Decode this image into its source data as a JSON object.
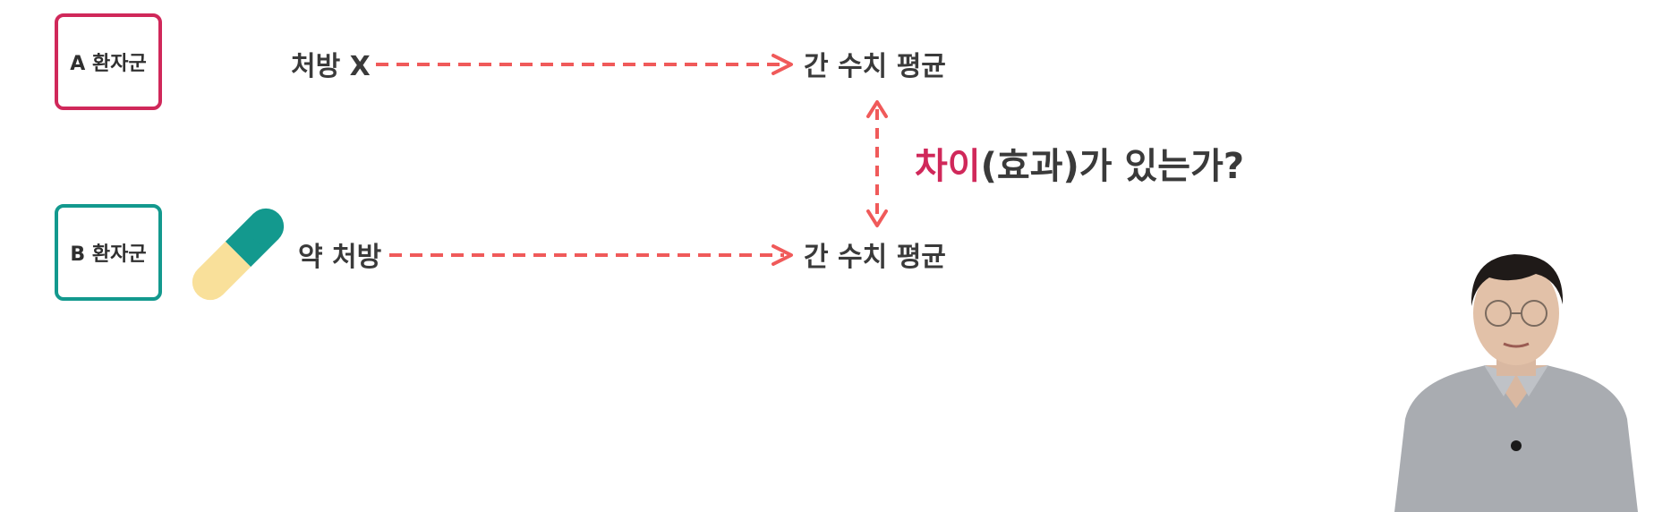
{
  "colors": {
    "group_a_border": "#d0285a",
    "group_b_border": "#13998e",
    "arrow": "#f05a5a",
    "accent_text": "#d0285a",
    "pill_teal": "#13998e",
    "pill_yellow": "#f9e09a"
  },
  "groups": {
    "a": {
      "label": "A 환자군"
    },
    "b": {
      "label": "B 환자군"
    }
  },
  "flows": {
    "a": {
      "treatment": "처방 X",
      "result": "간 수치 평균"
    },
    "b": {
      "treatment": "약 처방",
      "result": "간 수치 평균"
    }
  },
  "question": {
    "accent": "차이",
    "rest": "(효과)가 있는가?"
  }
}
